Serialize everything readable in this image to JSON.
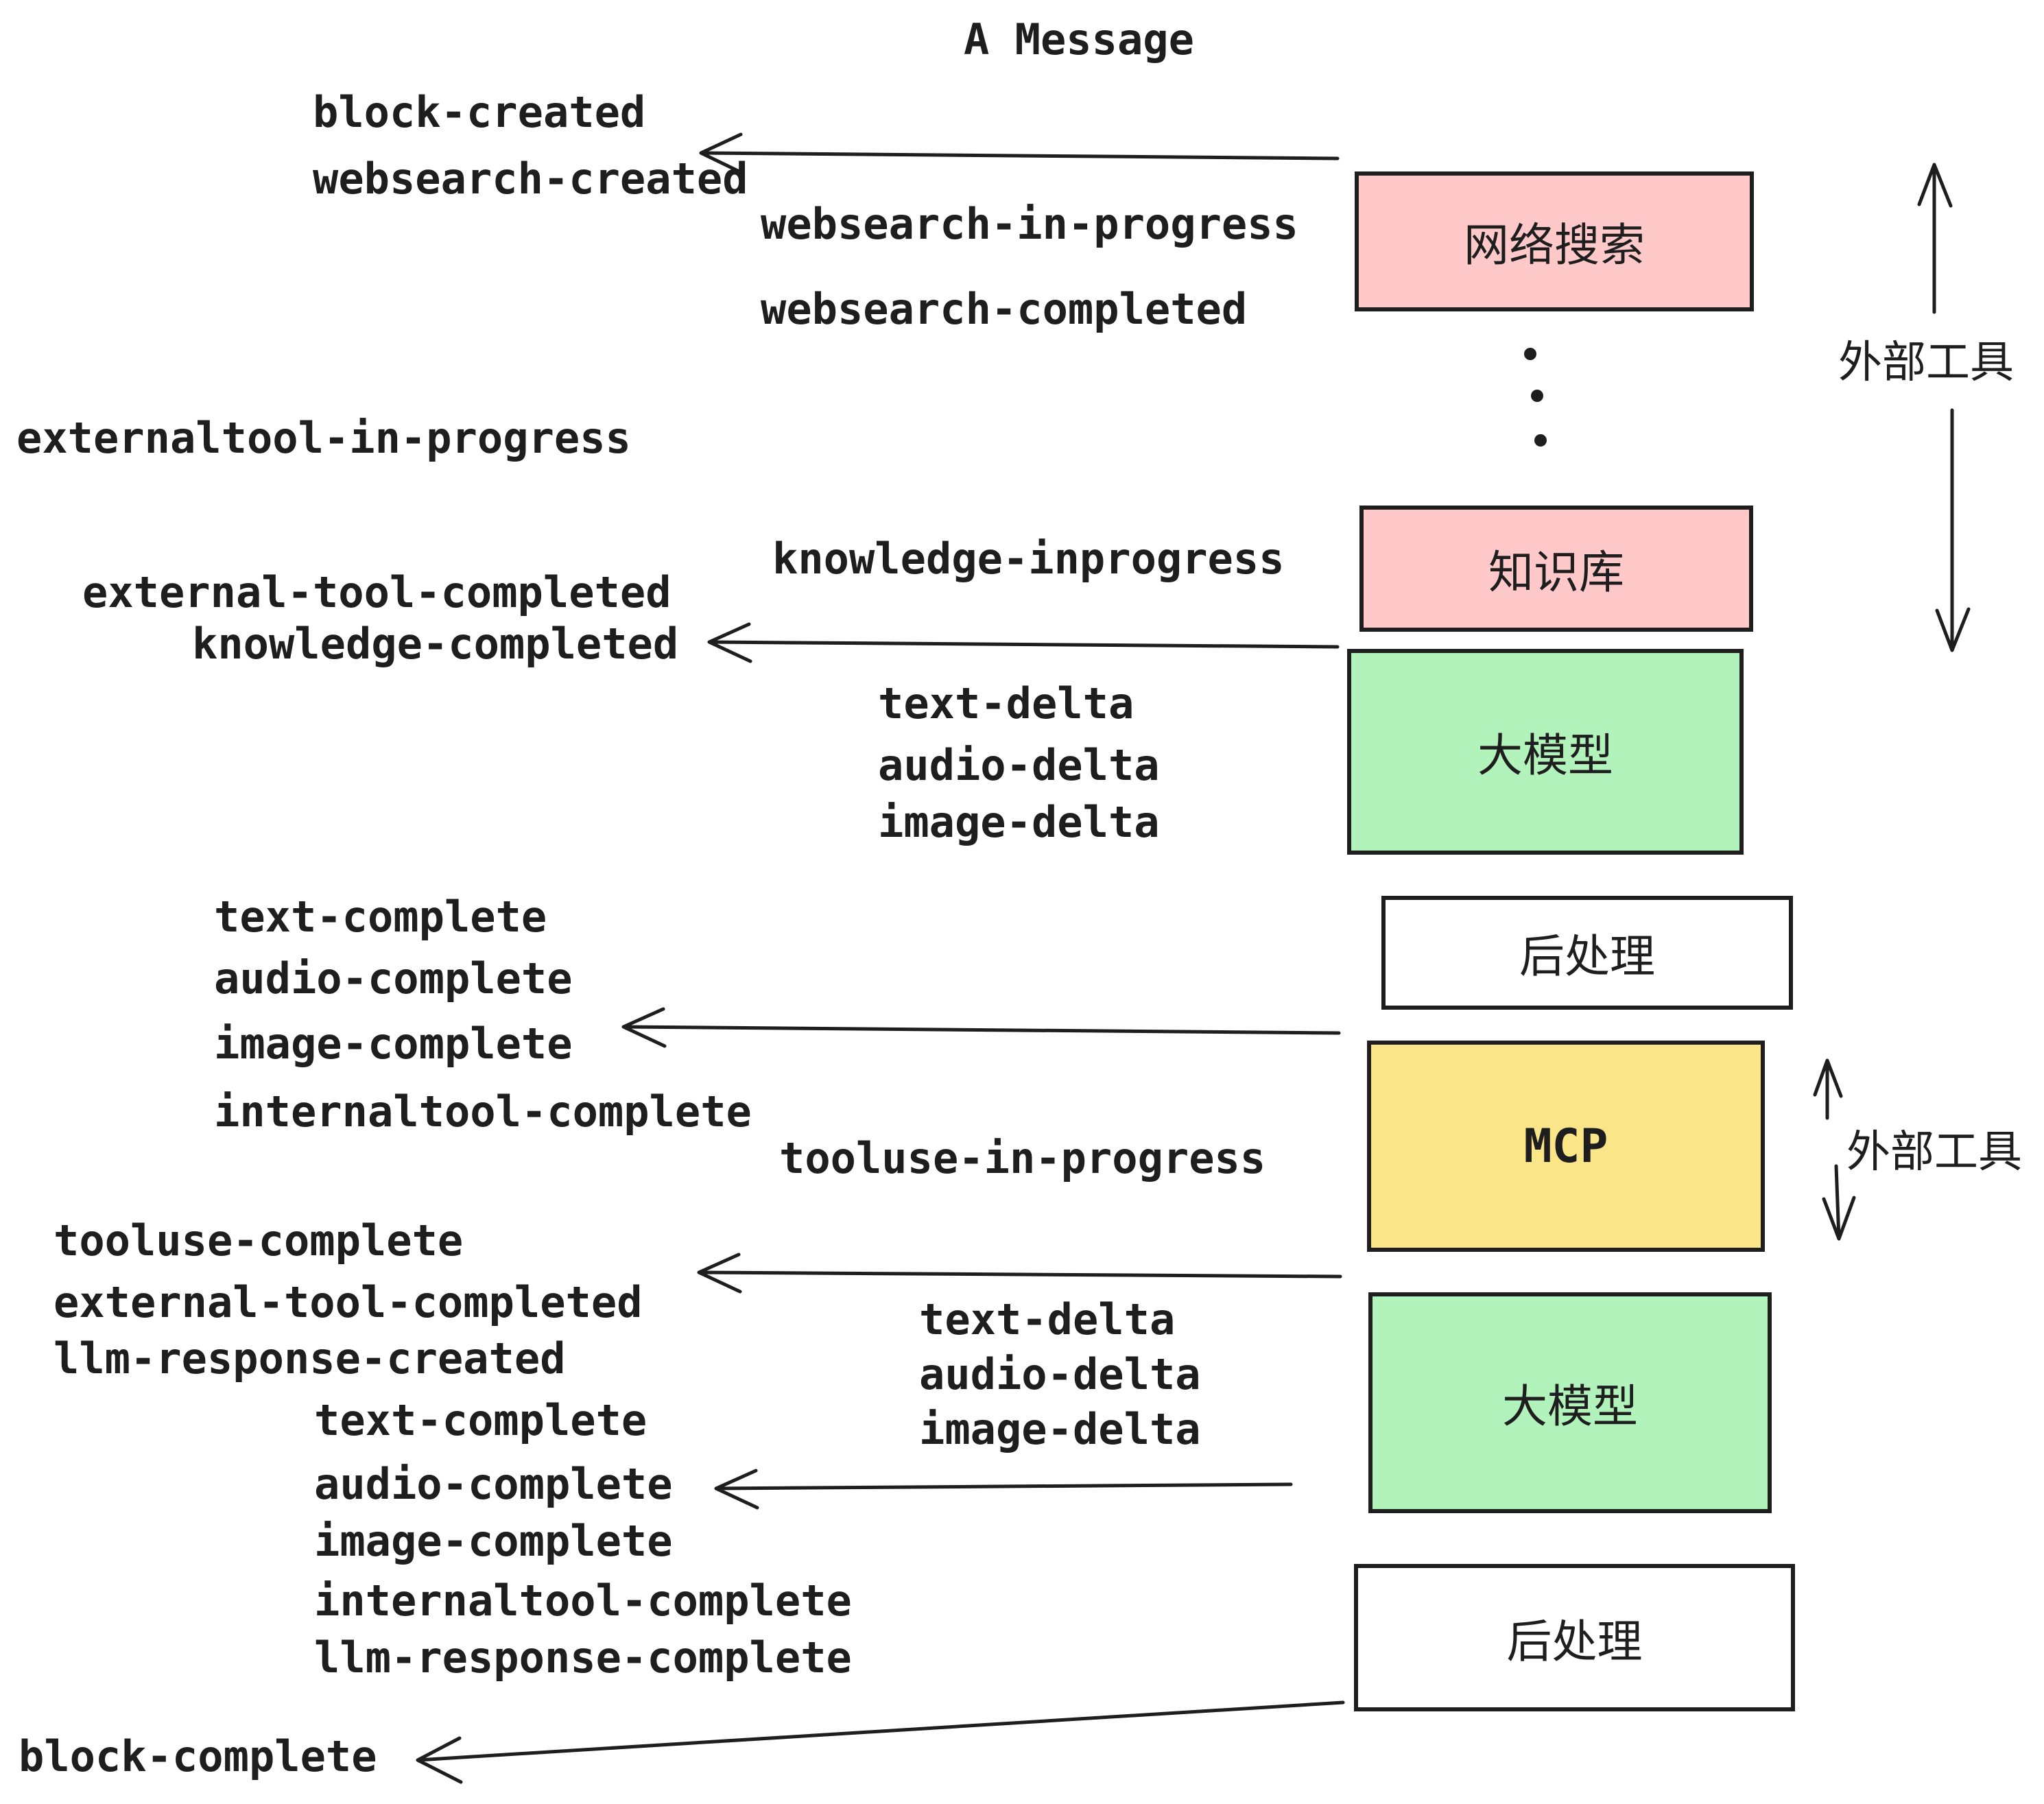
{
  "title": "A Message",
  "labels": {
    "block_created": "block-created",
    "websearch_created": "websearch-created",
    "websearch_in_progress": "websearch-in-progress",
    "websearch_completed": "websearch-completed",
    "externaltool_in_progress": "externaltool-in-progress",
    "knowledge_inprogress": "knowledge-inprogress",
    "external_tool_completed": "external-tool-completed",
    "knowledge_completed": "knowledge-completed",
    "text_delta": "text-delta",
    "audio_delta": "audio-delta",
    "image_delta": "image-delta",
    "text_complete": "text-complete",
    "audio_complete": "audio-complete",
    "image_complete": "image-complete",
    "internaltool_complete": "internaltool-complete",
    "tooluse_in_progress": "tooluse-in-progress",
    "tooluse_complete": "tooluse-complete",
    "llm_response_created": "llm-response-created",
    "llm_response_complete": "llm-response-complete",
    "block_complete": "block-complete"
  },
  "boxes": {
    "websearch": "网络搜索",
    "knowledge": "知识库",
    "llm": "大模型",
    "post": "后处理",
    "mcp": "MCP"
  },
  "annotations": {
    "external_tools_top": "外部工具",
    "external_tools_mcp": "外部工具"
  },
  "colors": {
    "pink": "#ffc9c9",
    "green": "#b2f2bb",
    "yellow": "#fae588",
    "white": "#ffffff",
    "ink": "#1e1e1e",
    "background": "#ffffff"
  }
}
